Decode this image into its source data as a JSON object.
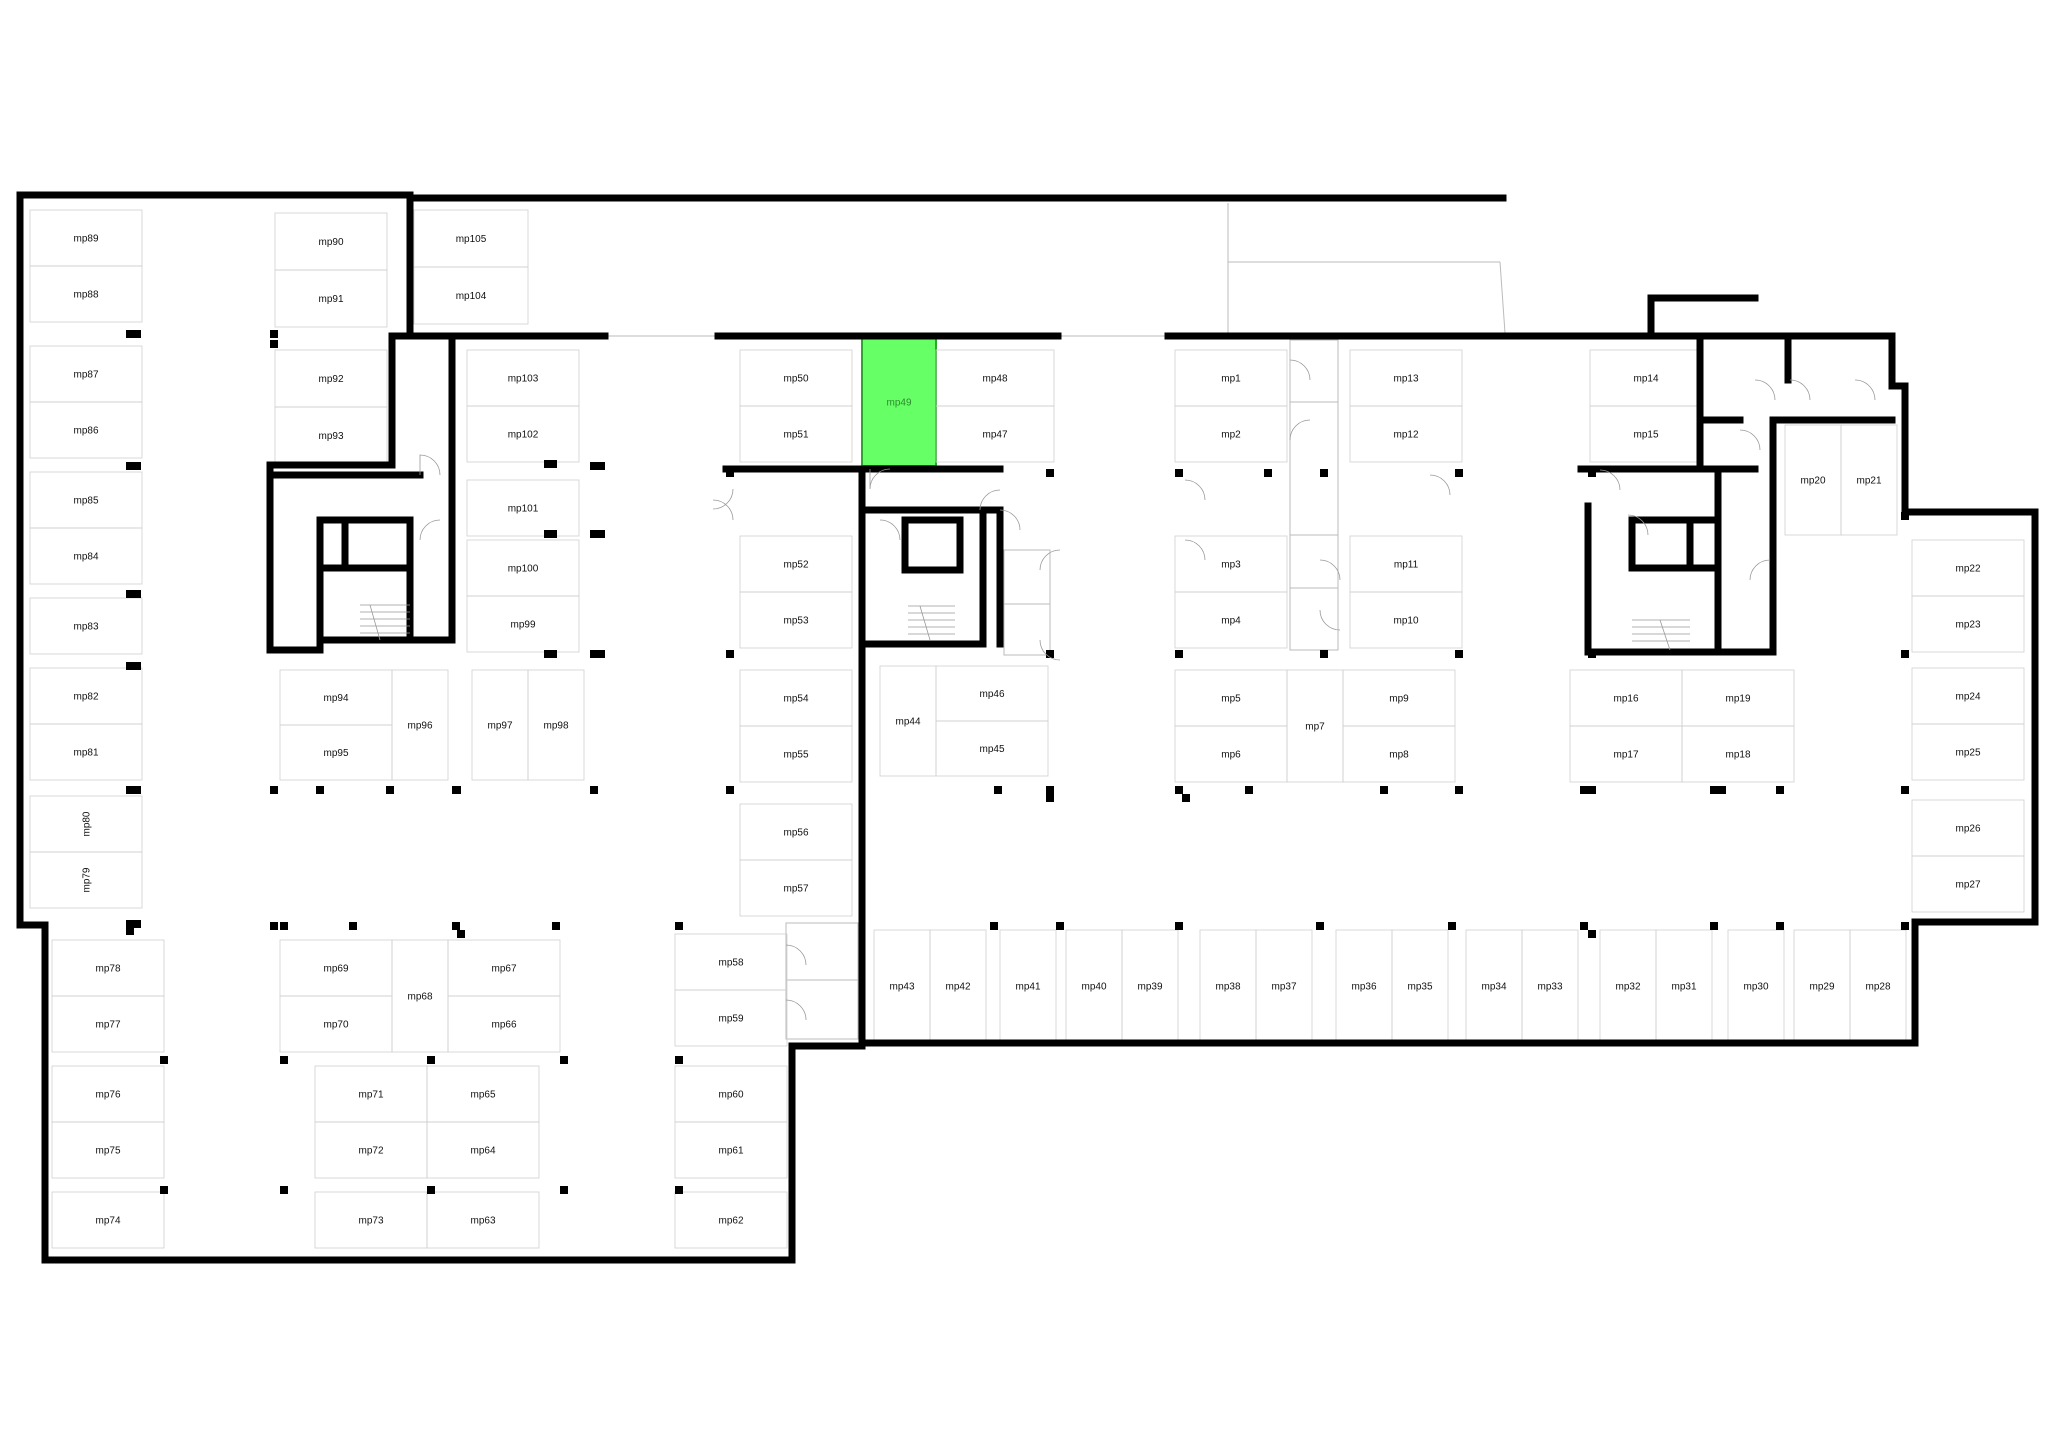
{
  "highlight_color": "#66ff66",
  "selected_space": "mp49",
  "spaces": {
    "mp1": "mp1",
    "mp2": "mp2",
    "mp3": "mp3",
    "mp4": "mp4",
    "mp5": "mp5",
    "mp6": "mp6",
    "mp7": "mp7",
    "mp8": "mp8",
    "mp9": "mp9",
    "mp10": "mp10",
    "mp11": "mp11",
    "mp12": "mp12",
    "mp13": "mp13",
    "mp14": "mp14",
    "mp15": "mp15",
    "mp16": "mp16",
    "mp17": "mp17",
    "mp18": "mp18",
    "mp19": "mp19",
    "mp20": "mp20",
    "mp21": "mp21",
    "mp22": "mp22",
    "mp23": "mp23",
    "mp24": "mp24",
    "mp25": "mp25",
    "mp26": "mp26",
    "mp27": "mp27",
    "mp28": "mp28",
    "mp29": "mp29",
    "mp30": "mp30",
    "mp31": "mp31",
    "mp32": "mp32",
    "mp33": "mp33",
    "mp34": "mp34",
    "mp35": "mp35",
    "mp36": "mp36",
    "mp37": "mp37",
    "mp38": "mp38",
    "mp39": "mp39",
    "mp40": "mp40",
    "mp41": "mp41",
    "mp42": "mp42",
    "mp43": "mp43",
    "mp44": "mp44",
    "mp45": "mp45",
    "mp46": "mp46",
    "mp47": "mp47",
    "mp48": "mp48",
    "mp49": "mp49",
    "mp50": "mp50",
    "mp51": "mp51",
    "mp52": "mp52",
    "mp53": "mp53",
    "mp54": "mp54",
    "mp55": "mp55",
    "mp56": "mp56",
    "mp57": "mp57",
    "mp58": "mp58",
    "mp59": "mp59",
    "mp60": "mp60",
    "mp61": "mp61",
    "mp62": "mp62",
    "mp63": "mp63",
    "mp64": "mp64",
    "mp65": "mp65",
    "mp66": "mp66",
    "mp67": "mp67",
    "mp68": "mp68",
    "mp69": "mp69",
    "mp70": "mp70",
    "mp71": "mp71",
    "mp72": "mp72",
    "mp73": "mp73",
    "mp74": "mp74",
    "mp75": "mp75",
    "mp76": "mp76",
    "mp77": "mp77",
    "mp78": "mp78",
    "mp79": "mp79",
    "mp80": "mp80",
    "mp81": "mp81",
    "mp82": "mp82",
    "mp83": "mp83",
    "mp84": "mp84",
    "mp85": "mp85",
    "mp86": "mp86",
    "mp87": "mp87",
    "mp88": "mp88",
    "mp89": "mp89",
    "mp90": "mp90",
    "mp91": "mp91",
    "mp92": "mp92",
    "mp93": "mp93",
    "mp94": "mp94",
    "mp95": "mp95",
    "mp96": "mp96",
    "mp97": "mp97",
    "mp98": "mp98",
    "mp99": "mp99",
    "mp100": "mp100",
    "mp101": "mp101",
    "mp102": "mp102",
    "mp103": "mp103",
    "mp104": "mp104",
    "mp105": "mp105"
  }
}
